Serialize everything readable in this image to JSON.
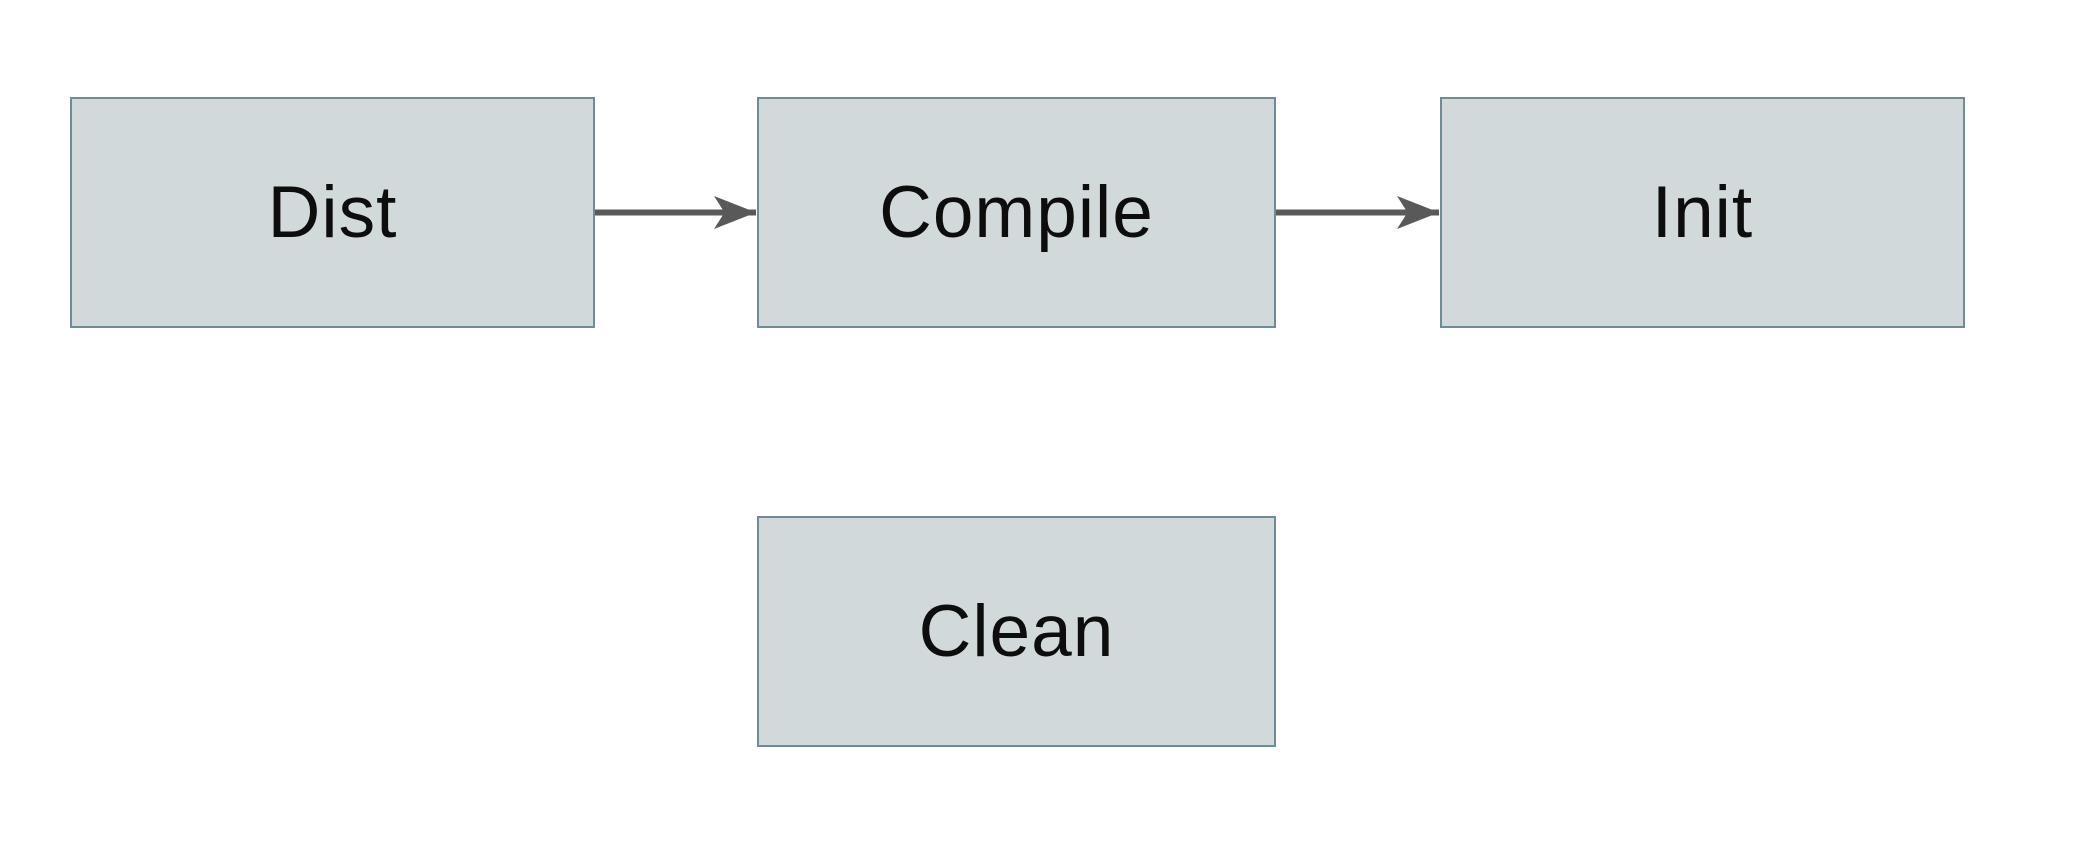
{
  "theme": {
    "background": "#ffffff",
    "node_fill": "#d2d9db",
    "node_border": "#6e8b98",
    "node_text": "#0d0d0d",
    "arrow_color": "#595959"
  },
  "diagram": {
    "type": "flowchart",
    "nodes": [
      {
        "id": "dist",
        "label": "Dist"
      },
      {
        "id": "compile",
        "label": "Compile"
      },
      {
        "id": "init",
        "label": "Init"
      },
      {
        "id": "clean",
        "label": "Clean"
      }
    ],
    "edges": [
      {
        "from": "Dist",
        "to": "Compile",
        "style": "solid-arrow"
      },
      {
        "from": "Compile",
        "to": "Init",
        "style": "solid-arrow"
      }
    ]
  }
}
